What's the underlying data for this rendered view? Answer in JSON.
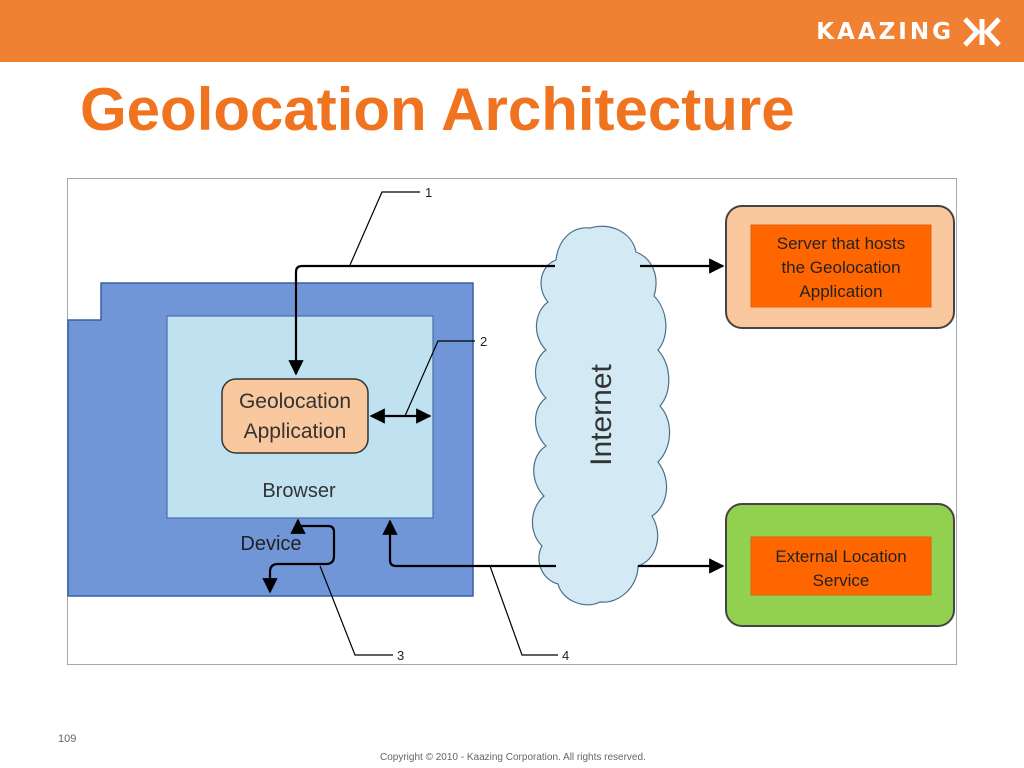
{
  "header": {
    "logo_text": "KAAZING",
    "title": "Geolocation Architecture"
  },
  "diagram": {
    "server_label": [
      "Server that hosts",
      "the Geolocation",
      "Application"
    ],
    "external_service_label": [
      "External Location",
      "Service"
    ],
    "internet_label": "Internet",
    "app_label": [
      "Geolocation",
      "Application"
    ],
    "browser_label": "Browser",
    "device_label": "Device",
    "callouts": [
      "1",
      "2",
      "3",
      "4"
    ]
  },
  "footer": {
    "page_number": "109",
    "copyright": "Copyright © 2010 - Kaazing Corporation. All rights reserved."
  },
  "colors": {
    "brand_orange": "#f08133",
    "title_orange": "#f07320",
    "device_blue": "#7096d8",
    "browser_lightblue": "#c0e2f0",
    "app_peach": "#f9c89e",
    "label_orange": "#ff6600",
    "service_green": "#92d050",
    "cloud_fill": "#d3eaf4"
  }
}
